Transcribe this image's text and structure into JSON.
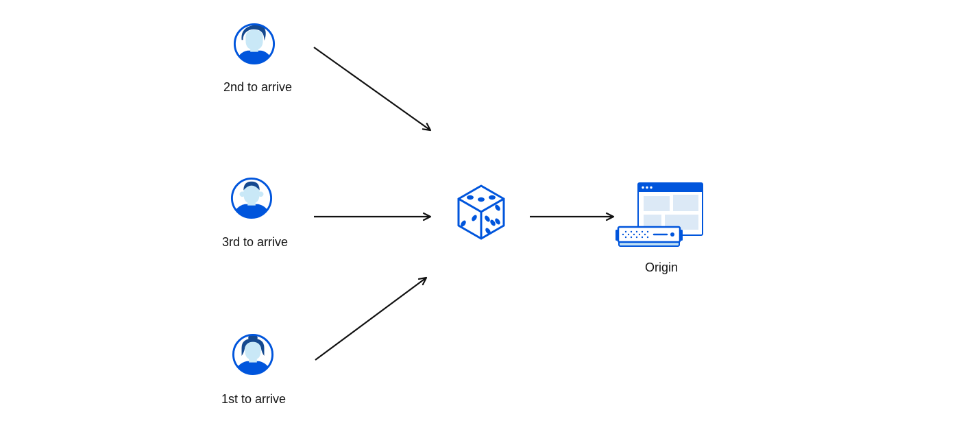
{
  "diagram": {
    "description": "Random traffic steering diagram: three visitors arrive in order, a dice randomizer selects, traffic goes to origin",
    "nodes": {
      "visitor_second": {
        "label": "2nd to arrive",
        "icon": "visitor-avatar-male-swoosh-hair-icon"
      },
      "visitor_third": {
        "label": "3rd to arrive",
        "icon": "visitor-avatar-male-short-hair-icon"
      },
      "visitor_first": {
        "label": "1st to arrive",
        "icon": "visitor-avatar-female-bun-hair-icon"
      },
      "dice": {
        "label": "",
        "icon": "dice-randomizer-icon"
      },
      "origin": {
        "label": "Origin",
        "icon": "origin-server-browser-icon"
      }
    },
    "edges": [
      {
        "from": "visitor_second",
        "to": "dice"
      },
      {
        "from": "visitor_third",
        "to": "dice"
      },
      {
        "from": "visitor_first",
        "to": "dice"
      },
      {
        "from": "dice",
        "to": "origin"
      }
    ],
    "colors": {
      "accent_blue": "#0055dc",
      "dark_navy_hair": "#15498f",
      "skin_light_blue": "#c9e8f7",
      "pale_block_blue": "#dce9f6",
      "server_base_blue": "#bfe0f4",
      "arrow_black": "#111111",
      "background": "#ffffff"
    }
  }
}
